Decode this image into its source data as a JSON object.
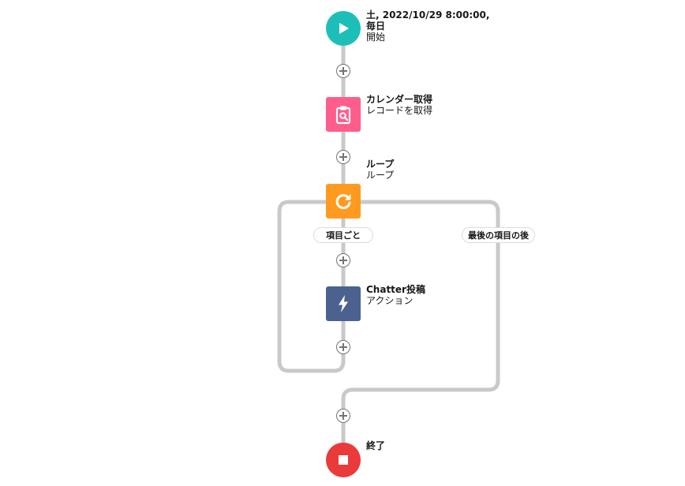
{
  "colors": {
    "connector": "#c9c9c9",
    "start": "#1ebeb8",
    "get_records": "#ff5d8c",
    "loop": "#ff9a21",
    "action": "#4b6290",
    "end": "#ea3a3a"
  },
  "nodes": {
    "start": {
      "title": "土, 2022/10/29 8:00:00, 毎日",
      "type": "開始",
      "icon": "play-icon"
    },
    "get": {
      "title": "カレンダー取得",
      "type": "レコードを取得",
      "icon": "clipboard-search-icon"
    },
    "loop": {
      "title": "ループ",
      "type": "ループ",
      "icon": "refresh-icon"
    },
    "chatter": {
      "title": "Chatter投稿",
      "type": "アクション",
      "icon": "lightning-icon"
    },
    "end": {
      "title": "終了",
      "icon": "stop-icon"
    }
  },
  "branches": {
    "for_each": "項目ごと",
    "after_last": "最後の項目の後"
  }
}
